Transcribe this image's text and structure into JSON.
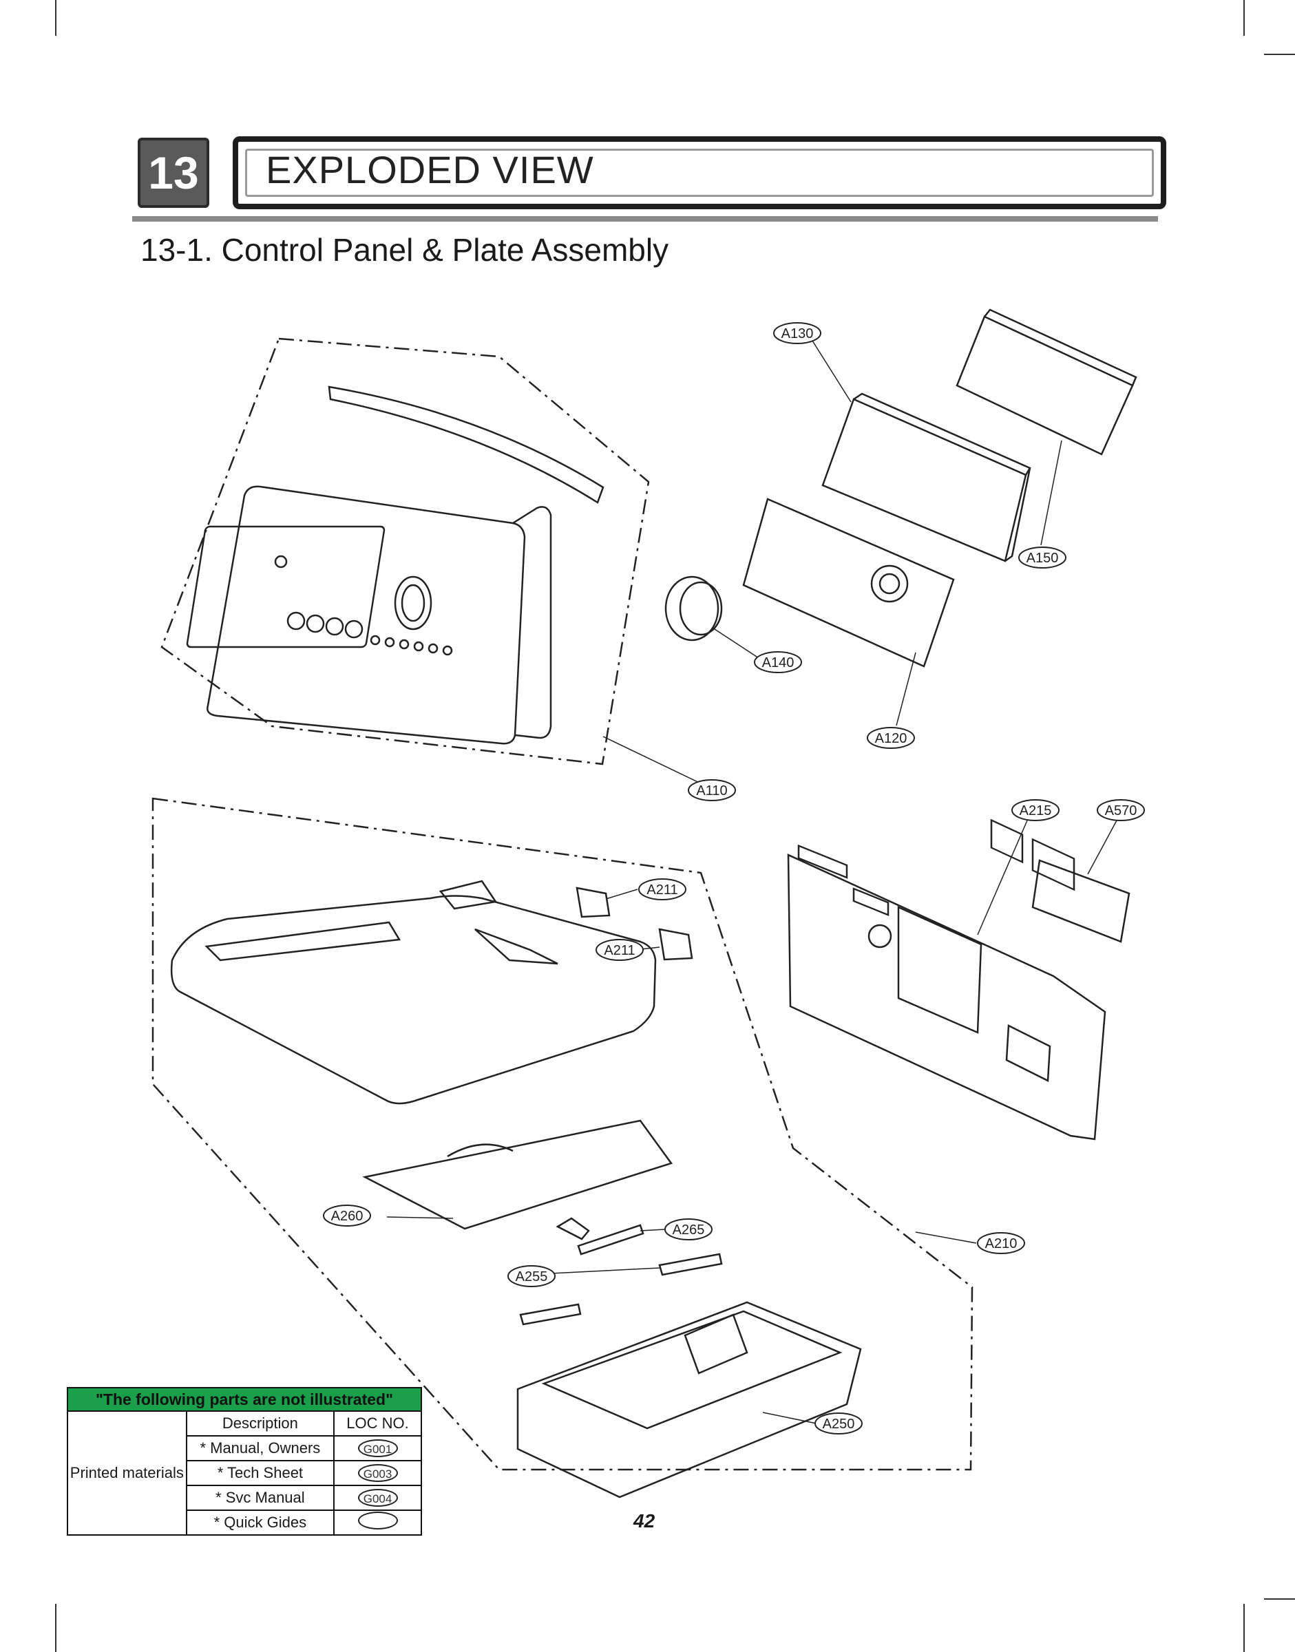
{
  "header": {
    "chapter_number": "13",
    "chapter_title": "EXPLODED VIEW",
    "section_title": "13-1. Control Panel & Plate Assembly"
  },
  "diagram": {
    "part_labels": {
      "a130": "A130",
      "a150": "A150",
      "a140": "A140",
      "a120": "A120",
      "a110": "A110",
      "a215": "A215",
      "a570": "A570",
      "a211_top": "A211",
      "a211_bottom": "A211",
      "a260": "A260",
      "a265": "A265",
      "a210": "A210",
      "a255": "A255",
      "a250": "A250"
    }
  },
  "not_illustrated_table": {
    "header": "\"The following parts are not illustrated\"",
    "group_label": "Printed materials",
    "col_description": "Description",
    "col_loc": "LOC NO.",
    "rows": [
      {
        "description": "* Manual, Owners",
        "loc": "G001"
      },
      {
        "description": "* Tech Sheet",
        "loc": "G003"
      },
      {
        "description": "* Svc Manual",
        "loc": "G004"
      },
      {
        "description": "* Quick Gides",
        "loc": ""
      }
    ]
  },
  "footer": {
    "page_number": "42"
  }
}
